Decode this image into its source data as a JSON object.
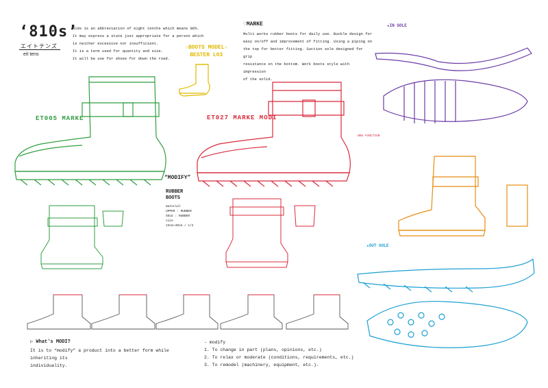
{
  "header": {
    "logo_title": "‘810s’",
    "logo_kana": "エイトテンズ",
    "logo_sub": "eit tens",
    "intro_lines": [
      "810s is an abbreviation of eight tenths which means 80%.",
      "It may express a state just appropriate for a person which",
      "is neither excessive nor insufficient.",
      "It is a term used for quantity and size.",
      "It will be use for shoes for down the road."
    ]
  },
  "marke": {
    "heading": "♡MARKE",
    "body": [
      "Multi works rubber boots for daily use. Buckle design for",
      "easy on/off and improvement of fitting. Using a piping on",
      "the top for better fitting.  Suction sole designed for grip",
      "resistance on the bottom. Work boots style with impression",
      "of the solid."
    ]
  },
  "model_label": [
    "☆BOOTS MODEL☆",
    "BESTER L03"
  ],
  "boots": {
    "green_title": "ET005 MARKE",
    "red_title": "ET027 MARKE MODI",
    "modify_tag": "“MODIFY”",
    "rubber_lines": [
      "RUBBER",
      "BOOTS"
    ],
    "spec_lines": [
      "material",
      "UPPER : RUBBER",
      "SOLE : RUBBER",
      "size",
      "23cm~30cm / 1/2"
    ],
    "new_function": "NEW FUNCTION"
  },
  "sole_sections": {
    "in_sole": "★IN SOLE",
    "out_sole": "★OUT SOLE"
  },
  "whatis": {
    "heading": "▷ What's MODI?",
    "body": [
      "It is to “modify” a product into a better form while inheriting its",
      "individuality."
    ]
  },
  "modify_list": {
    "heading": "- modify",
    "items": [
      "1. To change in part (plans, opinions, etc.)",
      "2. To relax or moderate (conditions, requirements, etc.)",
      "3. To remodel (machinery, equipment, etc.)."
    ]
  },
  "colors": {
    "green": "#2e9d3f",
    "red": "#d8283a",
    "yellow": "#e0b800",
    "purple": "#6a3aa6",
    "orange": "#e78b12",
    "blue": "#1a9fd3",
    "gray": "#555555"
  }
}
